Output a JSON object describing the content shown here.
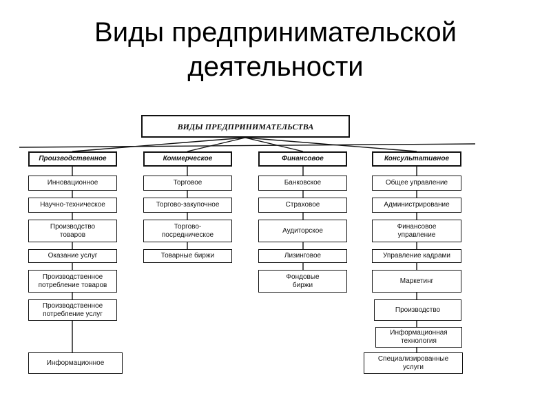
{
  "slide": {
    "title_line1": "Виды предпринимательской",
    "title_line2": "деятельности"
  },
  "diagram": {
    "root": "ВИДЫ ПРЕДПРИНИМАТЕЛЬСТВА",
    "columns": [
      {
        "header": "Производственное",
        "items": [
          "Инновационное",
          "Научно-техническое",
          "Производство товаров",
          "Оказание услуг",
          "Производственное потребление товаров",
          "Производственное потребление услуг",
          "Информационное"
        ]
      },
      {
        "header": "Коммерческое",
        "items": [
          "Торговое",
          "Торгово-закупочное",
          "Торгово- посредническое",
          "Товарные биржи"
        ]
      },
      {
        "header": "Финансовое",
        "items": [
          "Банковское",
          "Страховое",
          "Аудиторское",
          "Лизинговое",
          "Фондовые биржи"
        ]
      },
      {
        "header": "Консультативное",
        "items": [
          "Общее управление",
          "Администрирование",
          "Финансовое управление",
          "Управление кадрами",
          "Маркетинг",
          "Производство",
          "Информационная технология",
          "Специализированные услуги"
        ]
      }
    ]
  }
}
